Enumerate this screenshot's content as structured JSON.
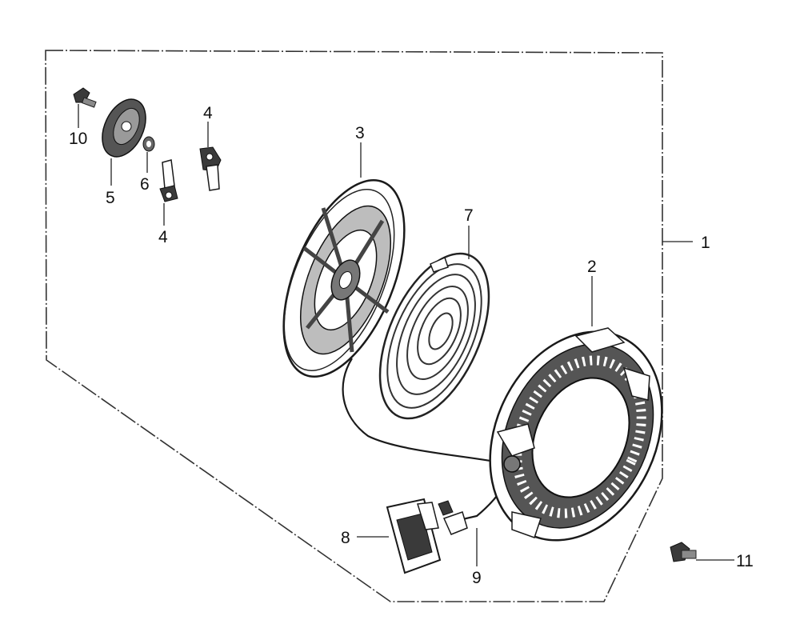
{
  "diagram": {
    "callouts": [
      {
        "id": "c1",
        "number": "1"
      },
      {
        "id": "c2",
        "number": "2"
      },
      {
        "id": "c3",
        "number": "3"
      },
      {
        "id": "c4a",
        "number": "4"
      },
      {
        "id": "c4b",
        "number": "4"
      },
      {
        "id": "c5",
        "number": "5"
      },
      {
        "id": "c6",
        "number": "6"
      },
      {
        "id": "c7",
        "number": "7"
      },
      {
        "id": "c8",
        "number": "8"
      },
      {
        "id": "c9",
        "number": "9"
      },
      {
        "id": "c10",
        "number": "10"
      },
      {
        "id": "c11",
        "number": "11"
      }
    ]
  }
}
